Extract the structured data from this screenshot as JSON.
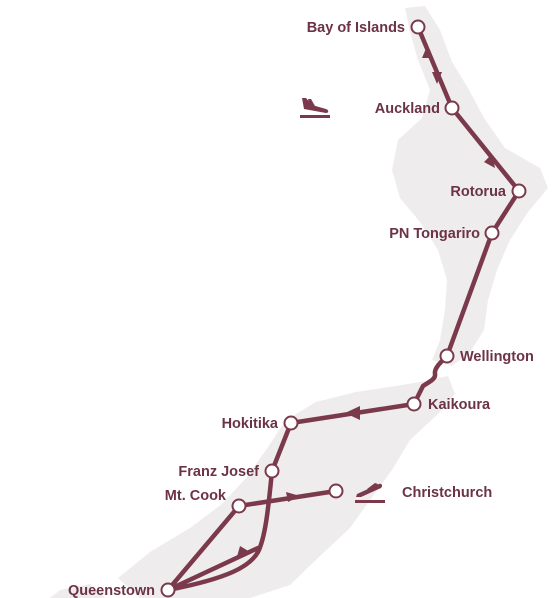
{
  "colors": {
    "route": "#7a3a4c",
    "label": "#6b3344",
    "land": "#efeced",
    "stop_fill": "#ffffff"
  },
  "stops": {
    "bay_of_islands": "Bay of Islands",
    "auckland": "Auckland",
    "rotorua": "Rotorua",
    "tongariro": "PN Tongariro",
    "wellington": "Wellington",
    "kaikoura": "Kaikoura",
    "hokitika": "Hokitika",
    "franz_josef": "Franz Josef",
    "mt_cook": "Mt. Cook",
    "christchurch": "Christchurch",
    "queenstown": "Queenstown"
  },
  "icons": {
    "arrival": "plane-landing-icon",
    "departure": "plane-takeoff-icon"
  }
}
